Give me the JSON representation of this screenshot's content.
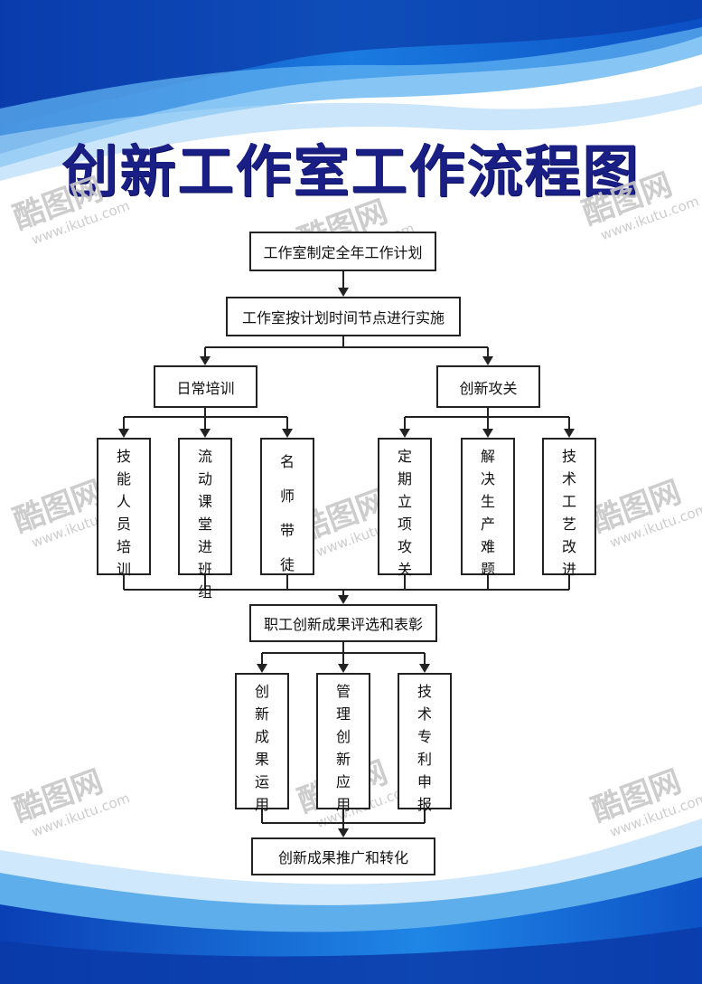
{
  "title": "创新工作室工作流程图",
  "watermark": {
    "brand": "酷图网",
    "url": "www.ikutu.com"
  },
  "nodes": {
    "plan": "工作室制定全年工作计划",
    "implement": "工作室按计划时间节点进行实施",
    "daily_training": "日常培训",
    "innovation_attack": "创新攻关",
    "skill_training": "技能人员培训",
    "mobile_class": "流动课堂进班组",
    "mentor": "名师带徒",
    "project_attack": "定期立项攻关",
    "solve_problems": "解决生产难题",
    "tech_improve": "技术工艺改进",
    "evaluation": "职工创新成果评选和表彰",
    "result_use": "创新成果运用",
    "mgmt_innovation": "管理创新应用",
    "patent": "技术专利申报",
    "promotion": "创新成果推广和转化"
  },
  "colors": {
    "title": "#1a1f86",
    "wave_dark": "#0b58c9",
    "wave_light": "#4aa3e8"
  }
}
